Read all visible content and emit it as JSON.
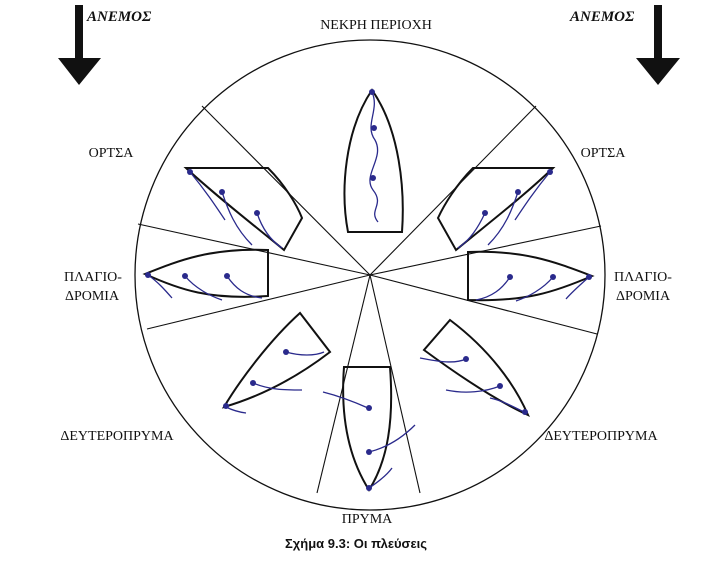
{
  "labels": {
    "wind_left": "ΑΝΕΜΟΣ",
    "wind_right": "ΑΝΕΜΟΣ",
    "dead_zone": "ΝΕΚΡΗ ΠΕΡΙΟΧΗ",
    "close_hauled_left": "ΟΡΤΣΑ",
    "close_hauled_right": "ΟΡΤΣΑ",
    "beam_reach_left_1": "ΠΛΑΓΙΟ-",
    "beam_reach_left_2": "ΔΡΟΜΙΑ",
    "beam_reach_right_1": "ΠΛΑΓΙΟ-",
    "beam_reach_right_2": "ΔΡΟΜΙΑ",
    "broad_reach_left": "ΔΕΥΤΕΡΟΠΡΥΜΑ",
    "broad_reach_right": "ΔΕΥΤΕΡΟΠΡΥΜΑ",
    "running": "ΠΡΥΜΑ"
  },
  "caption": "Σχήμα 9.3: Οι πλεύσεις",
  "colors": {
    "outline": "#111111",
    "sail": "#2a2a8c",
    "dot": "#2a2a8c"
  }
}
